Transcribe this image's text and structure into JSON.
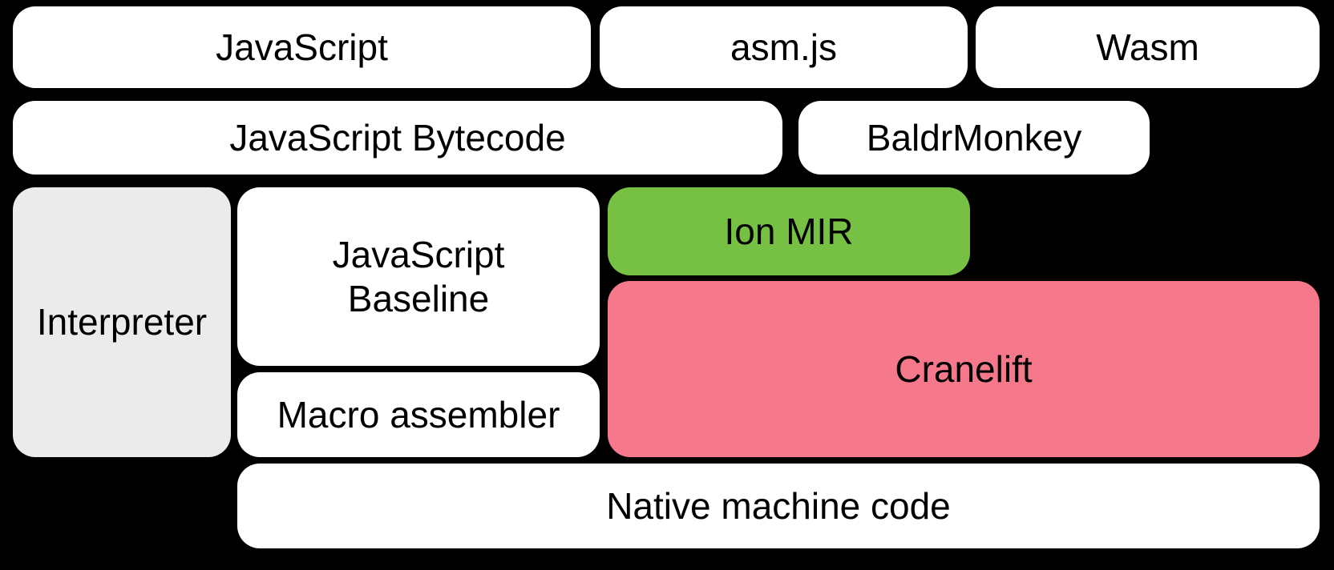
{
  "diagram": {
    "title": "SpiderMonkey compiler pipeline diagram",
    "background_color": "#000000",
    "text_color": "#000000",
    "palette": {
      "box_white": "#ffffff",
      "box_gray": "#ebebeb",
      "box_green": "#76c043",
      "box_pink": "#f6798b"
    },
    "nodes": {
      "javascript": {
        "label": "JavaScript",
        "fill": "#ffffff"
      },
      "asmjs": {
        "label": "asm.js",
        "fill": "#ffffff"
      },
      "wasm": {
        "label": "Wasm",
        "fill": "#ffffff"
      },
      "javascript_bytecode": {
        "label": "JavaScript Bytecode",
        "fill": "#ffffff"
      },
      "baldrmonkey": {
        "label": "BaldrMonkey",
        "fill": "#ffffff"
      },
      "interpreter": {
        "label": "Interpreter",
        "fill": "#ebebeb"
      },
      "javascript_baseline": {
        "label": "JavaScript\nBaseline",
        "fill": "#ffffff"
      },
      "ion_mir": {
        "label": "Ion MIR",
        "fill": "#76c043"
      },
      "cranelift": {
        "label": "Cranelift",
        "fill": "#f6798b"
      },
      "macro_assembler": {
        "label": "Macro assembler",
        "fill": "#ffffff"
      },
      "native_machine_code": {
        "label": "Native machine code",
        "fill": "#ffffff"
      }
    }
  }
}
